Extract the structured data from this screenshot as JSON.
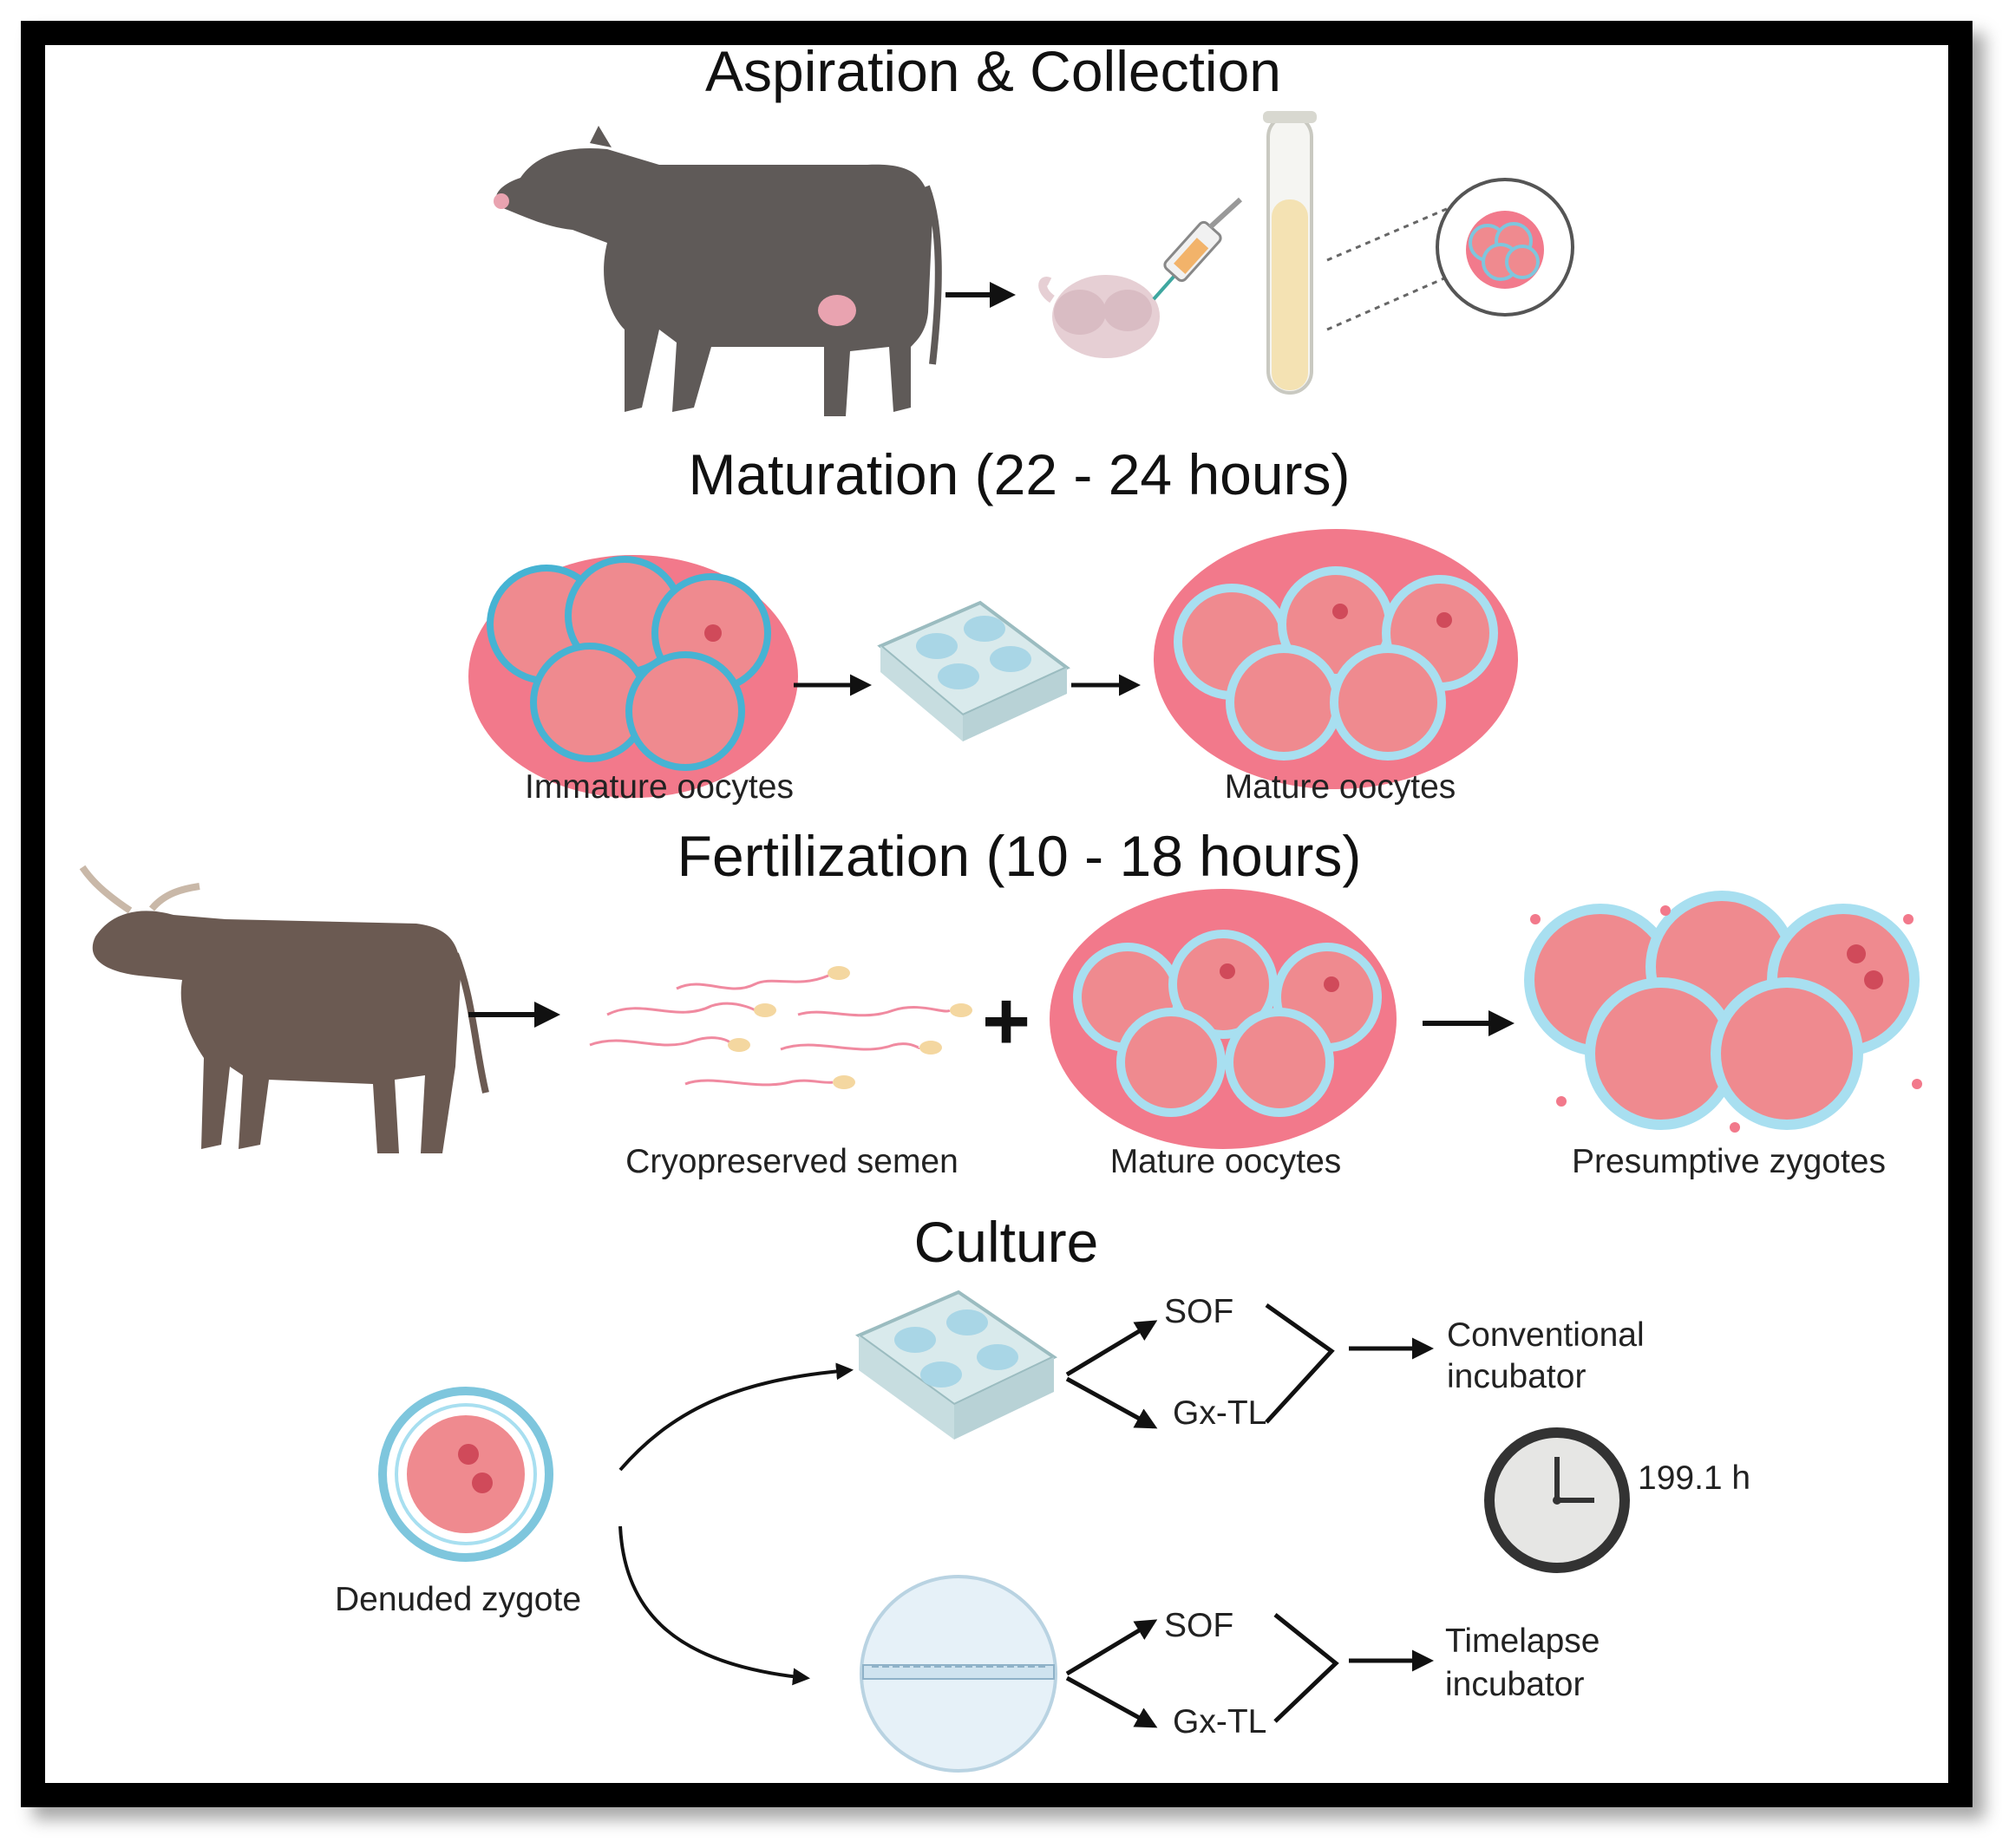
{
  "sections": {
    "aspiration": "Aspiration & Collection",
    "maturation": "Maturation (22 - 24 hours)",
    "fertilization": "Fertilization (10 - 18 hours)",
    "culture": "Culture"
  },
  "labels": {
    "immature_oocytes": "Immature oocytes",
    "mature_oocytes_1": "Mature oocytes",
    "cryopreserved_semen": "Cryopreserved semen",
    "mature_oocytes_2": "Mature oocytes",
    "presumptive_zygotes": "Presumptive zygotes",
    "denuded_zygote": "Denuded zygote",
    "sof_1": "SOF",
    "gxtl_1": "Gx-TL",
    "sof_2": "SOF",
    "gxtl_2": "Gx-TL",
    "conventional_1": "Conventional",
    "conventional_2": "incubator",
    "timelapse_1": "Timelapse",
    "timelapse_2": "incubator",
    "time": "199.1 h",
    "plus": "+"
  },
  "colors": {
    "cumulus": "#f0697e",
    "oocyte": "#ef8a8f",
    "zona": "#7ec6dd",
    "cow": "#5f5a58",
    "bull": "#6b5a52",
    "dish": "#dfeef0"
  }
}
